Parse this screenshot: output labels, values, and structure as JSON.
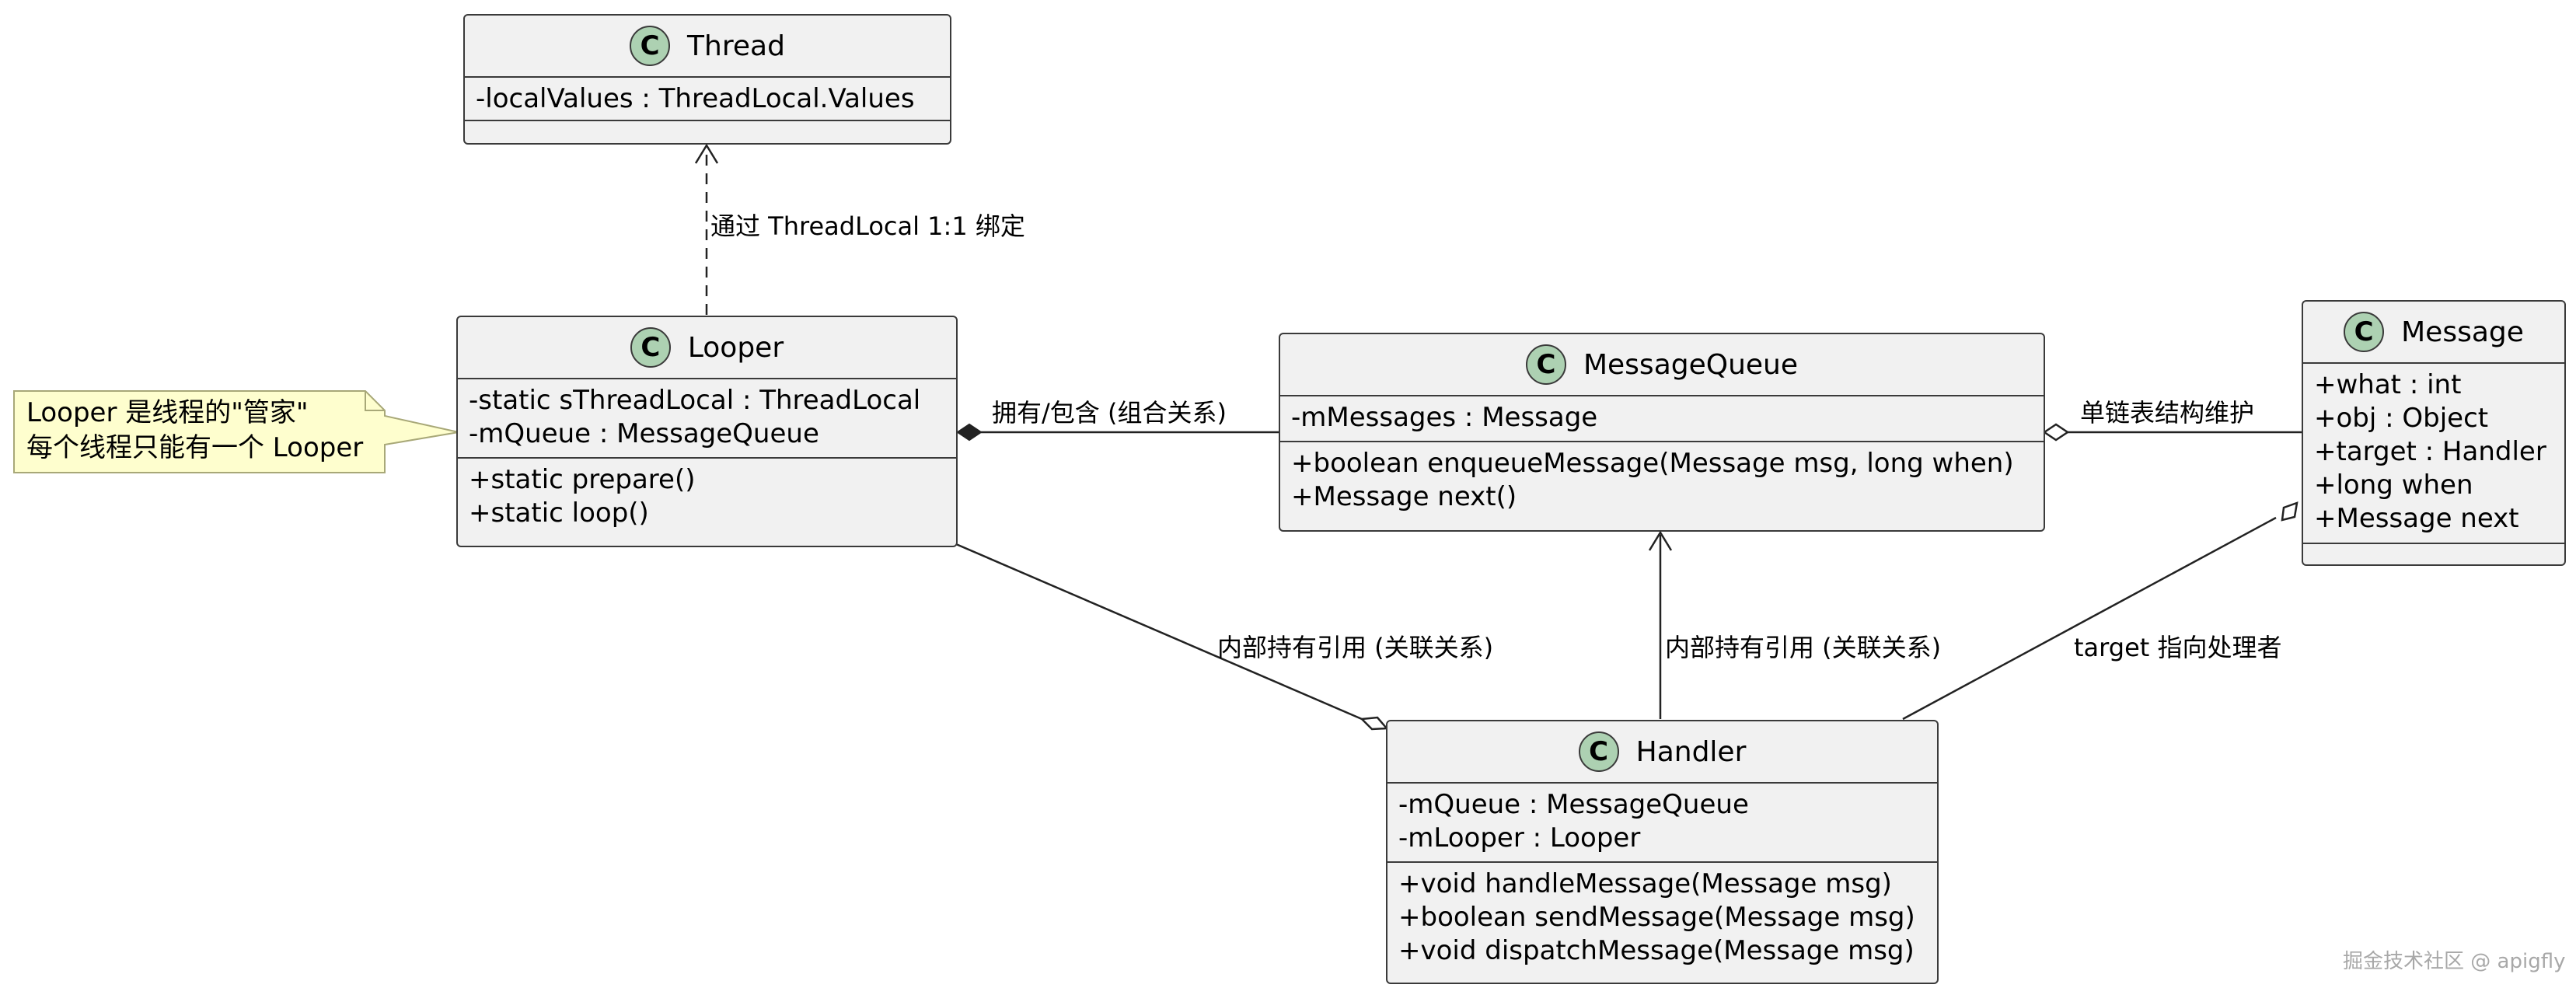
{
  "classes": {
    "thread": {
      "name": "Thread",
      "stereotype": "C",
      "fields": [
        "-localValues : ThreadLocal.Values"
      ],
      "methods": []
    },
    "looper": {
      "name": "Looper",
      "stereotype": "C",
      "fields": [
        "-static sThreadLocal : ThreadLocal",
        "-mQueue : MessageQueue"
      ],
      "methods": [
        "+static prepare()",
        "+static loop()"
      ]
    },
    "message_queue": {
      "name": "MessageQueue",
      "stereotype": "C",
      "fields": [
        "-mMessages : Message"
      ],
      "methods": [
        "+boolean enqueueMessage(Message msg, long when)",
        "+Message next()"
      ]
    },
    "message": {
      "name": "Message",
      "stereotype": "C",
      "fields": [
        "+what : int",
        "+obj : Object",
        "+target : Handler",
        "+long when",
        "+Message next"
      ],
      "methods": []
    },
    "handler": {
      "name": "Handler",
      "stereotype": "C",
      "fields": [
        "-mQueue : MessageQueue",
        "-mLooper : Looper"
      ],
      "methods": [
        "+void handleMessage(Message msg)",
        "+boolean sendMessage(Message msg)",
        "+void dispatchMessage(Message msg)"
      ]
    }
  },
  "note": {
    "lines": [
      "Looper 是线程的\"管家\"",
      "每个线程只能有一个 Looper"
    ]
  },
  "relations": {
    "looper_thread": "通过 ThreadLocal 1:1 绑定",
    "looper_queue": "拥有/包含 (组合关系)",
    "queue_message": "单链表结构维护",
    "handler_looper": "内部持有引用 (关联关系)",
    "handler_queue": "内部持有引用 (关联关系)",
    "message_handler": "target 指向处理者"
  },
  "watermark": "掘金技术社区 @ apigfly",
  "colors": {
    "class_fill": "#f1f1f1",
    "class_border": "#3a3a3a",
    "badge_fill": "#add1b2",
    "note_fill": "#fefece",
    "note_border": "#a8a878"
  }
}
